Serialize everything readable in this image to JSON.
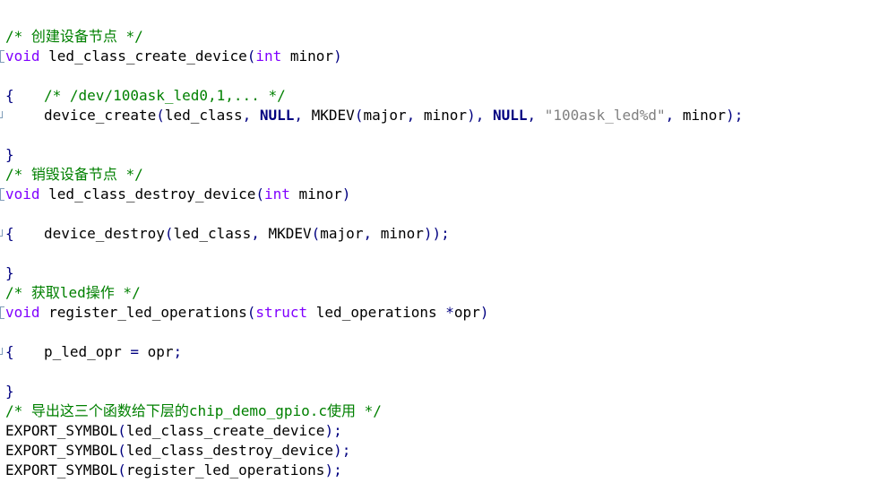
{
  "blocks": {
    "create": {
      "comment": "/* 创建设备节点 */",
      "sig_kw": "void",
      "sig_name": " led_class_create_device",
      "sig_open": "(",
      "sig_kw2": "int",
      "sig_arg": " minor",
      "sig_close": ")",
      "brace_open": "{",
      "inner_comment": "/* /dev/100ask_led0,1,... */",
      "call": {
        "name": "device_create",
        "p1": "(",
        "a1": "led_class",
        "c1": ", ",
        "null1": "NULL",
        "c2": ", ",
        "a2": "MKDEV",
        "p2": "(",
        "a3": "major",
        "c3": ", ",
        "a4": "minor",
        "p3": ")",
        "c4": ", ",
        "null2": "NULL",
        "c5": ", ",
        "str": "\"100ask_led%d\"",
        "c6": ", ",
        "a5": "minor",
        "p4": ");"
      },
      "brace_close": "}"
    },
    "destroy": {
      "comment": "/* 销毁设备节点 */",
      "sig_kw": "void",
      "sig_name": " led_class_destroy_device",
      "sig_open": "(",
      "sig_kw2": "int",
      "sig_arg": " minor",
      "sig_close": ")",
      "brace_open": "{",
      "call": {
        "name": "device_destroy",
        "p1": "(",
        "a1": "led_class",
        "c1": ", ",
        "a2": "MKDEV",
        "p2": "(",
        "a3": "major",
        "c2": ", ",
        "a4": "minor",
        "p3": "));"
      },
      "brace_close": "}"
    },
    "register": {
      "comment": "/* 获取led操作 */",
      "sig_kw": "void",
      "sig_name": " register_led_operations",
      "sig_open": "(",
      "sig_kw2": "struct",
      "sig_arg": " led_operations ",
      "sig_star": "*",
      "sig_arg2": "opr",
      "sig_close": ")",
      "brace_open": "{",
      "stmt_lhs": "p_led_opr ",
      "stmt_eq": "=",
      "stmt_rhs": " opr",
      "stmt_end": ";",
      "brace_close": "}"
    },
    "export": {
      "comment": "/* 导出这三个函数给下层的chip_demo_gpio.c使用 */",
      "lines": [
        {
          "macro": "EXPORT_SYMBOL",
          "open": "(",
          "arg": "led_class_create_device",
          "close": ");"
        },
        {
          "macro": "EXPORT_SYMBOL",
          "open": "(",
          "arg": "led_class_destroy_device",
          "close": ");"
        },
        {
          "macro": "EXPORT_SYMBOL",
          "open": "(",
          "arg": "register_led_operations",
          "close": ");"
        }
      ]
    }
  }
}
